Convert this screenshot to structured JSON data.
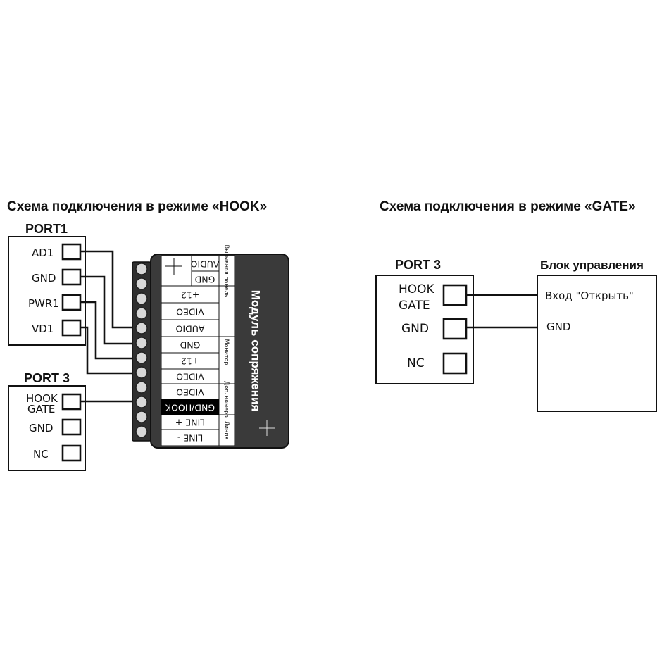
{
  "hook": {
    "title": "Схема подключения в режиме «HOOK»",
    "port1": {
      "title": "PORT1",
      "pins": [
        "AD1",
        "GND",
        "PWR1",
        "VD1"
      ]
    },
    "port3": {
      "title": "PORT 3",
      "pins": [
        "HOOK",
        "GATE",
        "GND",
        "NC"
      ]
    },
    "module": {
      "title": "Модуль сопряжения",
      "terminals": [
        "AUDIO",
        "GND",
        "+12",
        "VIDEO",
        "AUDIO",
        "GND",
        "+12",
        "VIDEO",
        "VIDEO",
        "GND/HOOK",
        "LINE +",
        "LINE -"
      ],
      "groups": [
        "Вызывная панель",
        "Монитор",
        "Доп. камера",
        "Линия"
      ]
    }
  },
  "gate": {
    "title": "Схема подключения в режиме «GATE»",
    "port3": {
      "title": "PORT 3",
      "pins": [
        "HOOK",
        "GATE",
        "GND",
        "NC"
      ]
    },
    "control": {
      "title": "Блок управления",
      "inputs": [
        "Вход \"Открыть\"",
        "GND"
      ]
    }
  }
}
